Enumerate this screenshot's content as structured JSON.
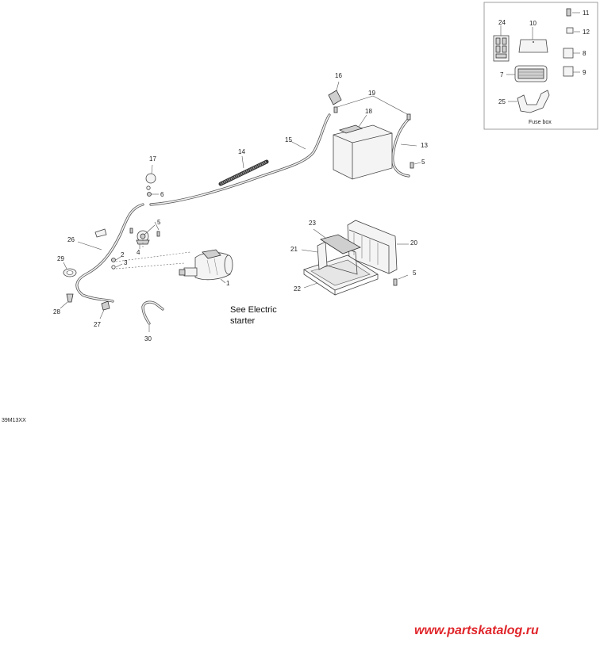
{
  "diagram": {
    "callouts": {
      "c1": "1",
      "c2": "2",
      "c3": "3",
      "c4": "4",
      "c5a": "5",
      "c5b": "5",
      "c5c": "5",
      "c6": "6",
      "c7": "7",
      "c8": "8",
      "c9": "9",
      "c10": "10",
      "c11": "11",
      "c12": "12",
      "c13": "13",
      "c14": "14",
      "c15": "15",
      "c16": "16",
      "c17": "17",
      "c18": "18",
      "c19": "19",
      "c20": "20",
      "c21": "21",
      "c22": "22",
      "c23": "23",
      "c24": "24",
      "c25": "25",
      "c26": "26",
      "c27": "27",
      "c28": "28",
      "c29": "29",
      "c30": "30"
    },
    "see_note_line1": "See Electric",
    "see_note_line2": "starter",
    "fuse_box_caption": "Fuse box",
    "figure_code": "39M13XX",
    "watermark": "www.partskatalog.ru"
  },
  "colors": {
    "line": "#444444",
    "watermark": "#e0262b"
  }
}
